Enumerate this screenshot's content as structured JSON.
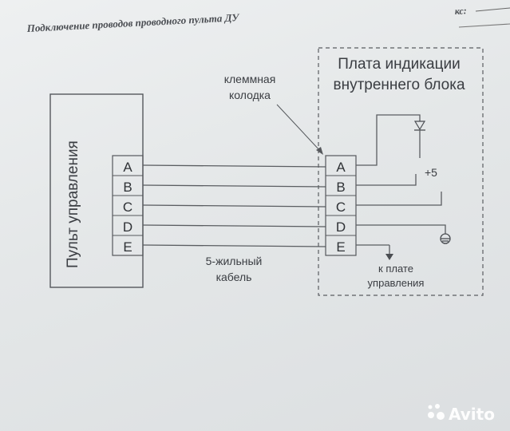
{
  "header": {
    "title": "Подключение проводов проводного пульта ДУ",
    "corner_text": "кс:"
  },
  "remote": {
    "label": "Пульт управления",
    "terminals": [
      "A",
      "B",
      "C",
      "D",
      "E"
    ]
  },
  "board": {
    "label_line1": "Плата индикации",
    "label_line2": "внутреннего блока",
    "terminals": [
      "A",
      "B",
      "C",
      "D",
      "E"
    ],
    "plus_label": "+5",
    "to_board_line1": "к плате",
    "to_board_line2": "управления"
  },
  "terminal_block": {
    "line1": "клеммная",
    "line2": "колодка"
  },
  "cable": {
    "line1": "5-жильный",
    "line2": "кабель"
  },
  "watermark": {
    "text": "Avito"
  }
}
